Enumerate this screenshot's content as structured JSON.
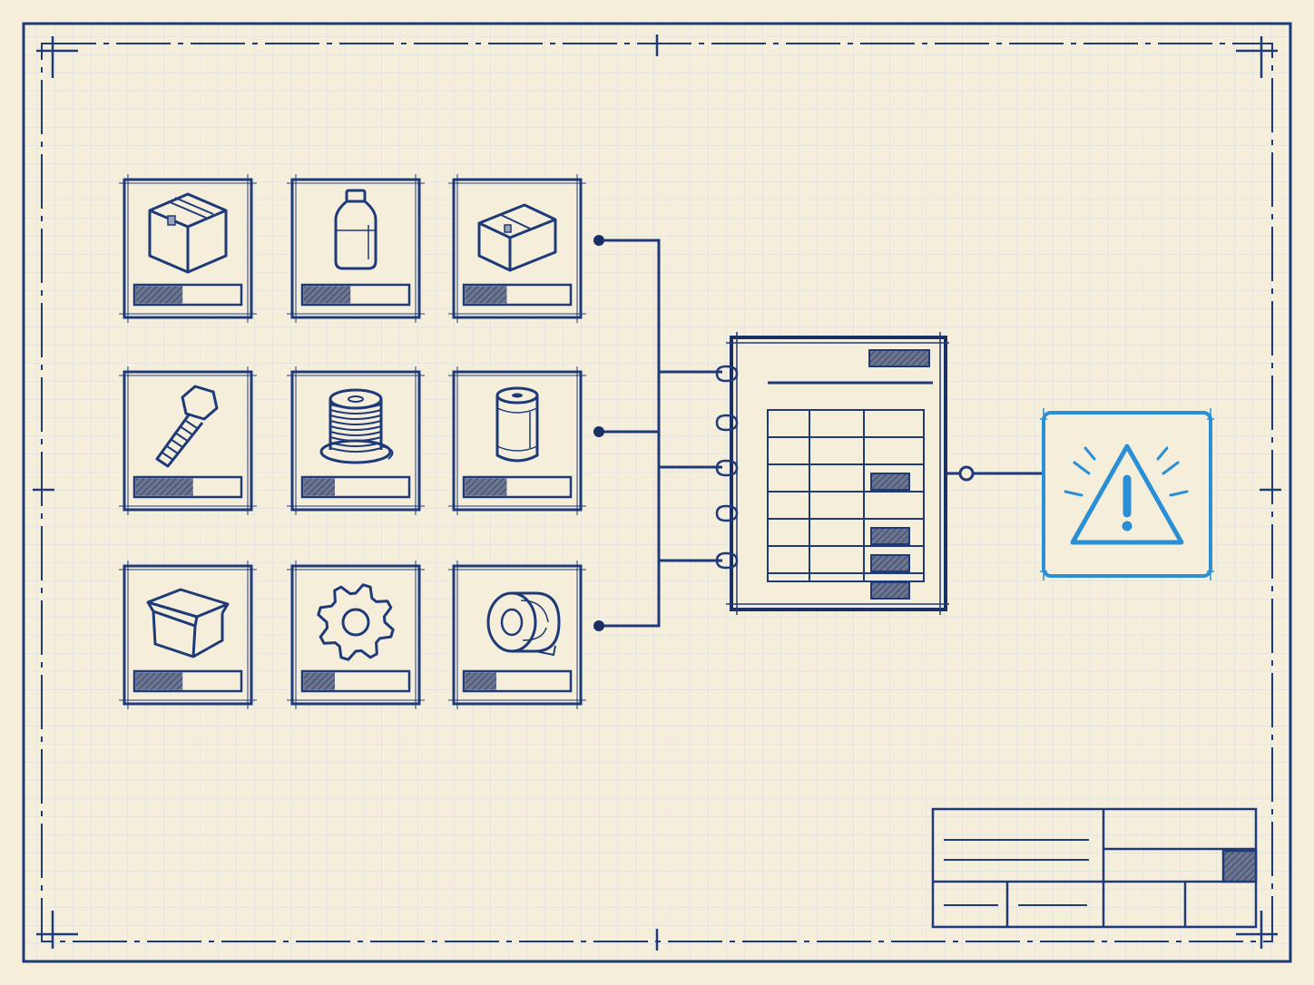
{
  "colors": {
    "paper": "#f5eedb",
    "grid": "#d9dde0",
    "ink": "#1e3a78",
    "ink_dark": "#1a2f66",
    "hatch_fill": "#6b7590",
    "alert": "#2b8fd6"
  },
  "inventory_items": [
    {
      "id": "box-closed",
      "icon": "box-icon",
      "stock_level": 0.45
    },
    {
      "id": "bottle",
      "icon": "bottle-icon",
      "stock_level": 0.45
    },
    {
      "id": "box-flat",
      "icon": "box-flat-icon",
      "stock_level": 0.4
    },
    {
      "id": "bolt",
      "icon": "bolt-icon",
      "stock_level": 0.55
    },
    {
      "id": "wire-spool",
      "icon": "spool-icon",
      "stock_level": 0.3
    },
    {
      "id": "can",
      "icon": "can-icon",
      "stock_level": 0.4
    },
    {
      "id": "open-crate",
      "icon": "crate-icon",
      "stock_level": 0.45
    },
    {
      "id": "gear",
      "icon": "gear-icon",
      "stock_level": 0.3
    },
    {
      "id": "tape-roll",
      "icon": "tape-icon",
      "stock_level": 0.3
    }
  ],
  "ledger": {
    "icon": "ledger-icon",
    "rows": 6,
    "flagged_rows": [
      2,
      4,
      5,
      6
    ]
  },
  "alert": {
    "icon": "warning-icon"
  },
  "title_block": {
    "icon": "title-block"
  }
}
